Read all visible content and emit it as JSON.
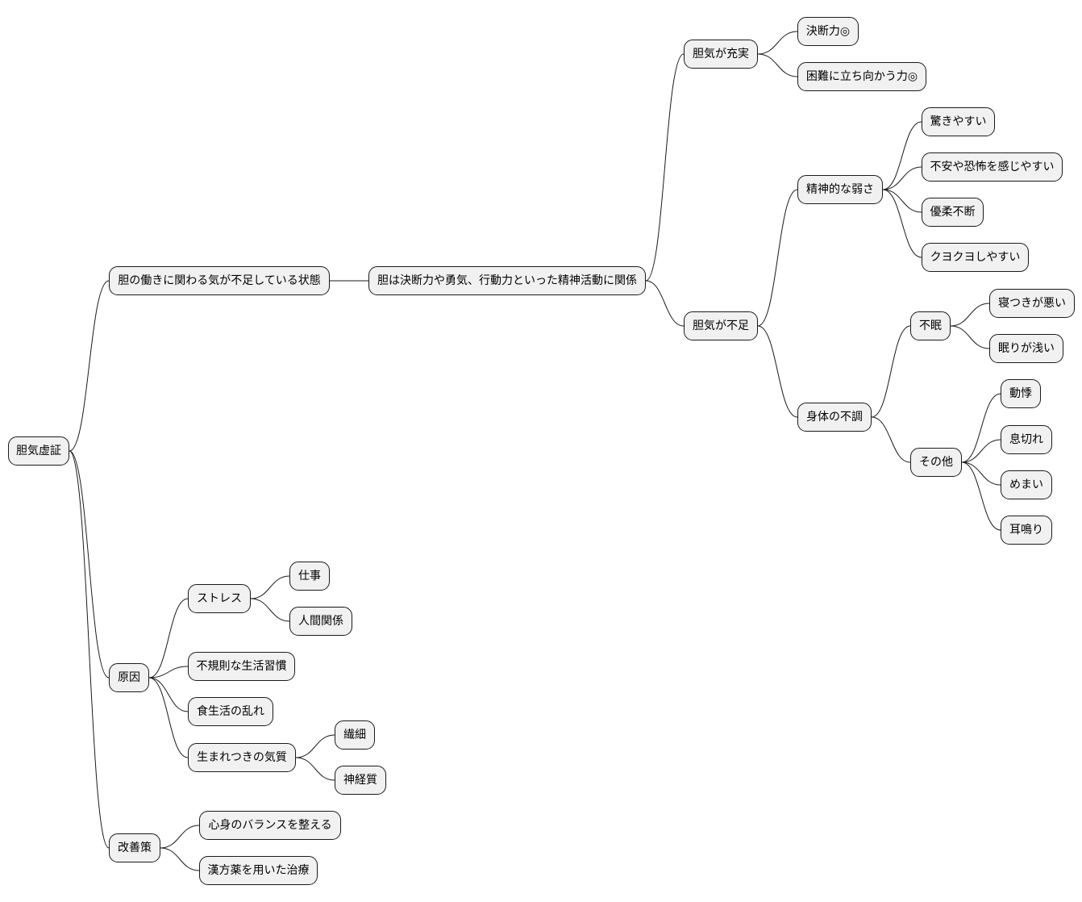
{
  "mindmap": {
    "root": {
      "label": "胆気虚証",
      "children": [
        {
          "label": "胆の働きに関わる気が不足している状態",
          "children": [
            {
              "label": "胆は決断力や勇気、行動力といった精神活動に関係",
              "children": [
                {
                  "label": "胆気が充実",
                  "children": [
                    {
                      "label": "決断力◎"
                    },
                    {
                      "label": "困難に立ち向かう力◎"
                    }
                  ]
                },
                {
                  "label": "胆気が不足",
                  "children": [
                    {
                      "label": "精神的な弱さ",
                      "children": [
                        {
                          "label": "驚きやすい"
                        },
                        {
                          "label": "不安や恐怖を感じやすい"
                        },
                        {
                          "label": "優柔不断"
                        },
                        {
                          "label": "クヨクヨしやすい"
                        }
                      ]
                    },
                    {
                      "label": "身体の不調",
                      "children": [
                        {
                          "label": "不眠",
                          "children": [
                            {
                              "label": "寝つきが悪い"
                            },
                            {
                              "label": "眠りが浅い"
                            }
                          ]
                        },
                        {
                          "label": "その他",
                          "children": [
                            {
                              "label": "動悸"
                            },
                            {
                              "label": "息切れ"
                            },
                            {
                              "label": "めまい"
                            },
                            {
                              "label": "耳鳴り"
                            }
                          ]
                        }
                      ]
                    }
                  ]
                }
              ]
            }
          ]
        },
        {
          "label": "原因",
          "children": [
            {
              "label": "ストレス",
              "children": [
                {
                  "label": "仕事"
                },
                {
                  "label": "人間関係"
                }
              ]
            },
            {
              "label": "不規則な生活習慣"
            },
            {
              "label": "食生活の乱れ"
            },
            {
              "label": "生まれつきの気質",
              "children": [
                {
                  "label": "繊細"
                },
                {
                  "label": "神経質"
                }
              ]
            }
          ]
        },
        {
          "label": "改善策",
          "children": [
            {
              "label": "心身のバランスを整える"
            },
            {
              "label": "漢方薬を用いた治療"
            }
          ]
        }
      ]
    }
  },
  "colors": {
    "node_fill": "#f1f1f1",
    "node_border": "#1a1a1a",
    "edge": "#1a1a1a",
    "text": "#000000",
    "background": "#ffffff"
  }
}
